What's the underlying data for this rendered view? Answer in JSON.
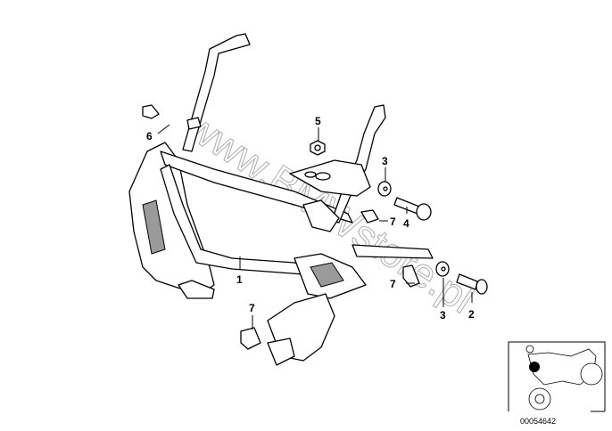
{
  "diagram": {
    "callouts": [
      {
        "id": "callout-6",
        "label": "6"
      },
      {
        "id": "callout-5",
        "label": "5"
      },
      {
        "id": "callout-3-upper",
        "label": "3"
      },
      {
        "id": "callout-4",
        "label": "4"
      },
      {
        "id": "callout-7-upper",
        "label": "7"
      },
      {
        "id": "callout-1",
        "label": "1"
      },
      {
        "id": "callout-7-lower-left",
        "label": "7"
      },
      {
        "id": "callout-7-lower-right",
        "label": "7"
      },
      {
        "id": "callout-3-lower",
        "label": "3"
      },
      {
        "id": "callout-2",
        "label": "2"
      }
    ],
    "watermark": "www.BMWstore.pl",
    "thumbnail": {
      "image_number": "00054642"
    }
  }
}
